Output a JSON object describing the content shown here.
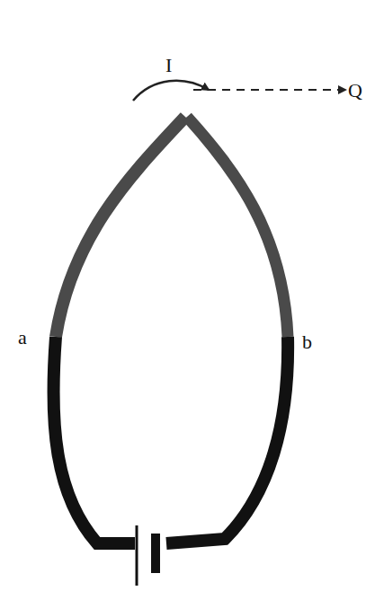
{
  "diagram": {
    "labels": [
      "I",
      "Q",
      "a",
      "b"
    ]
  }
}
